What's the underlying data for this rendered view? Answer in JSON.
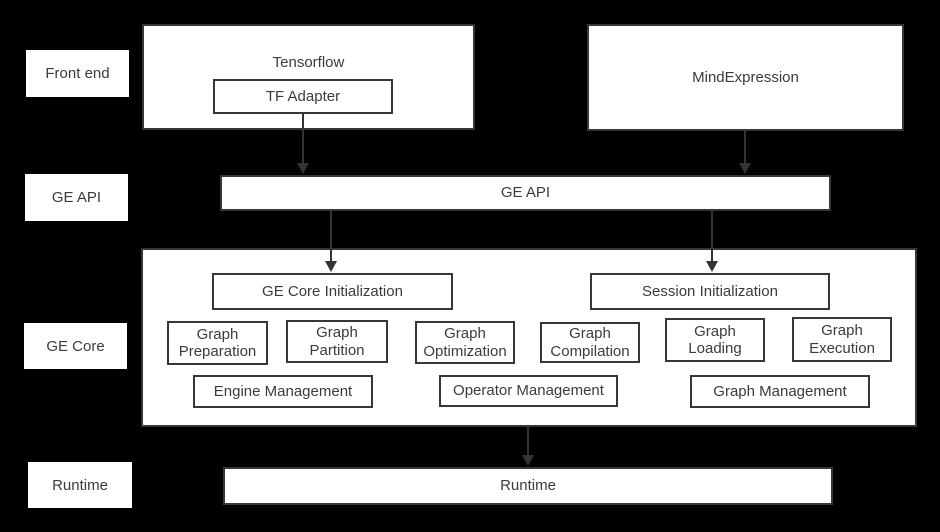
{
  "side_labels": {
    "front_end": "Front end",
    "ge_api": "GE API",
    "ge_core": "GE Core",
    "runtime": "Runtime"
  },
  "front_end": {
    "tensorflow": "Tensorflow",
    "tf_adapter": "TF Adapter",
    "mind_expression": "MindExpression"
  },
  "ge_api": {
    "label": "GE API"
  },
  "ge_core": {
    "initialization": [
      "GE Core Initialization",
      "Session Initialization"
    ],
    "stages": [
      "Graph Preparation",
      "Graph Partition",
      "Graph Optimization",
      "Graph Compilation",
      "Graph Loading",
      "Graph Execution"
    ],
    "management": [
      "Engine Management",
      "Operator Management",
      "Graph Management"
    ]
  },
  "runtime": {
    "label": "Runtime"
  },
  "colors": {
    "background": "#000000",
    "box_fill": "#ffffff",
    "border": "#35373a",
    "text": "#3b3b3b",
    "arrow": "#333333"
  }
}
